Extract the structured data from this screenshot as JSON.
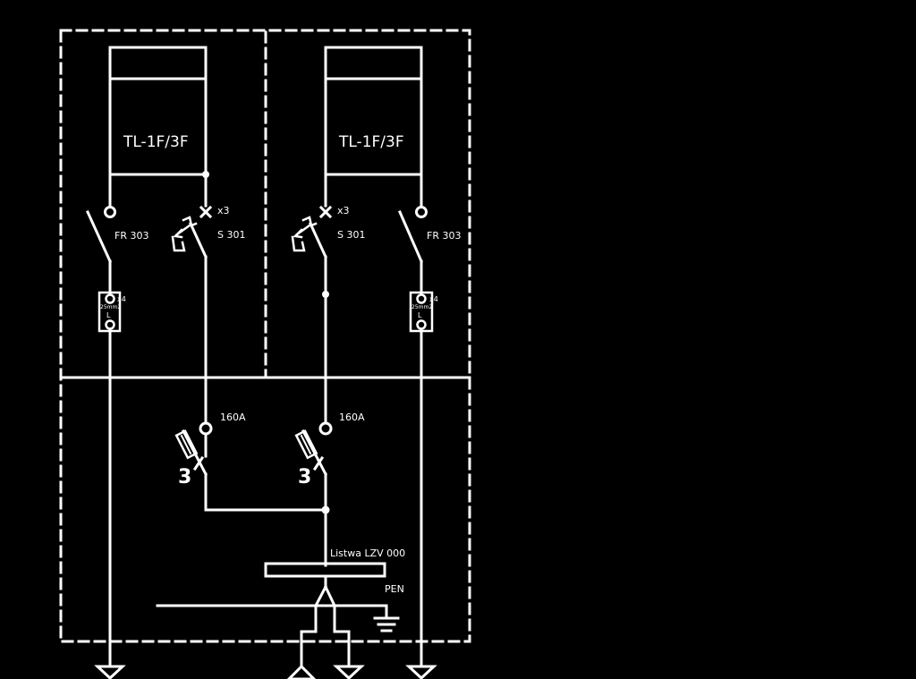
{
  "colors": {
    "background": "#000000",
    "stroke": "#ffffff"
  },
  "left_section": {
    "unit_label": "TL-1F/3F",
    "breaker_label": "S 301",
    "breaker_multiplier": "x3",
    "switch_label": "FR 303",
    "terminal_label": "L",
    "terminal_size": "25mm2",
    "terminal_multiplier": "x4"
  },
  "right_section": {
    "unit_label": "TL-1F/3F",
    "breaker_label": "S 301",
    "breaker_multiplier": "x3",
    "switch_label": "FR 303",
    "terminal_label": "L",
    "terminal_size": "25mm2",
    "terminal_multiplier": "x4"
  },
  "fuses": [
    {
      "rating": "160A",
      "poles": "3"
    },
    {
      "rating": "160A",
      "poles": "3"
    }
  ],
  "bus_bar": {
    "label": "Listwa LZV 000"
  },
  "pen_label": "PEN"
}
